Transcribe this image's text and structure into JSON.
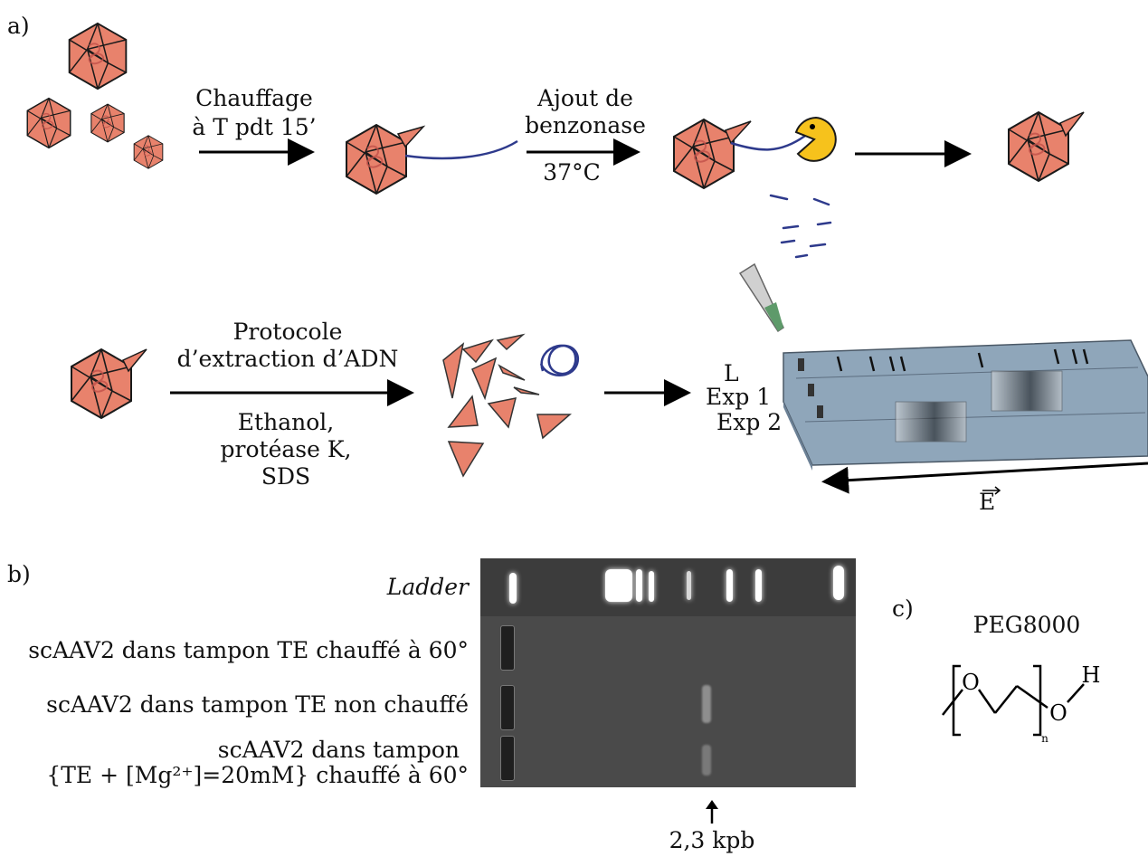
{
  "panels": {
    "a_label": "a)",
    "b_label": "b)",
    "c_label": "c)"
  },
  "steps": {
    "heating_line1": "Chauffage",
    "heating_line2": "à T pdt 15’",
    "benzonase_line1": "Ajout de",
    "benzonase_line2": "benzonase",
    "temperature": "37°C",
    "extraction_line1": "Protocole",
    "extraction_line2": "d’extraction d’ADN",
    "reagents_line1": "Ethanol,",
    "reagents_line2": "protéase K,",
    "reagents_line3": "SDS"
  },
  "gel_setup": {
    "lane_L": "L",
    "lane_exp1": "Exp 1",
    "lane_exp2": "Exp 2",
    "field_label": "E"
  },
  "gel_result": {
    "ladder_label": "Ladder",
    "lanes": [
      "scAAV2 dans tampon TE chauffé à 60°",
      "scAAV2 dans tampon TE non chauffé",
      "scAAV2 dans tampon"
    ],
    "lane3_line2": "{TE + [Mg²⁺]=20mM} chauffé à 60°",
    "marker_label": "2,3 kpb"
  },
  "molecule": {
    "name": "PEG8000",
    "atom_O1": "O",
    "atom_O2": "O",
    "atom_H": "H",
    "subscript": "n"
  },
  "colors": {
    "capsid": "#e8826c",
    "capsid_edge": "#1a1a1a",
    "dna": "#2e3a8c",
    "pacman": "#f6c21c",
    "gel_box": "#8fa6ba"
  }
}
